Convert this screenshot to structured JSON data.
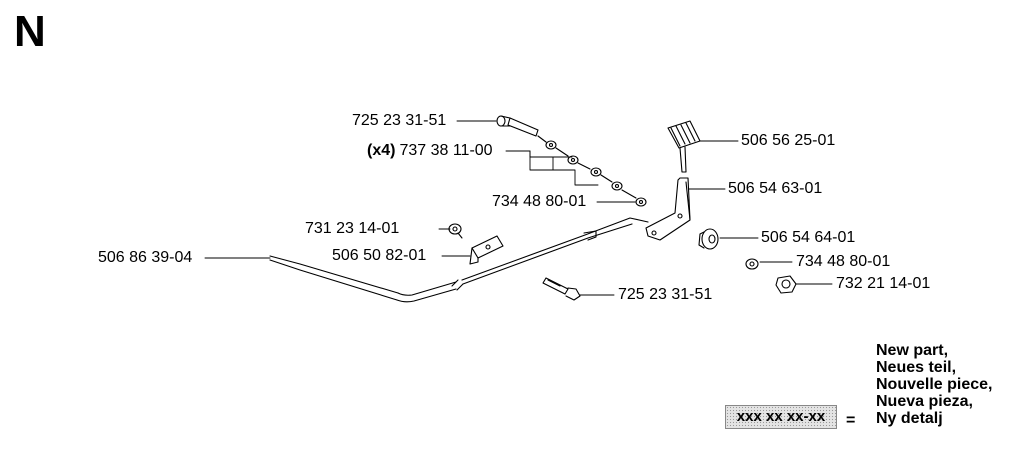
{
  "page": {
    "section_letter": "N"
  },
  "parts": [
    {
      "part_number": "725 23 31-51"
    },
    {
      "quantity": "(x4)",
      "part_number": "737 38 11-00"
    },
    {
      "part_number": "734 48 80-01"
    },
    {
      "part_number": "731 23 14-01"
    },
    {
      "part_number": "506 50 82-01"
    },
    {
      "part_number": "506 86 39-04"
    },
    {
      "part_number": "725 23 31-51"
    },
    {
      "part_number": "506 56 25-01"
    },
    {
      "part_number": "506 54 63-01"
    },
    {
      "part_number": "506 54 64-01"
    },
    {
      "part_number": "734 48 80-01"
    },
    {
      "part_number": "732 21 14-01"
    }
  ],
  "legend": {
    "translations": [
      "New part,",
      "Neues teil,",
      "Nouvelle piece,",
      "Nueva pieza,",
      "Ny detalj"
    ],
    "placeholder": "xxx xx xx-xx",
    "equals": "="
  }
}
